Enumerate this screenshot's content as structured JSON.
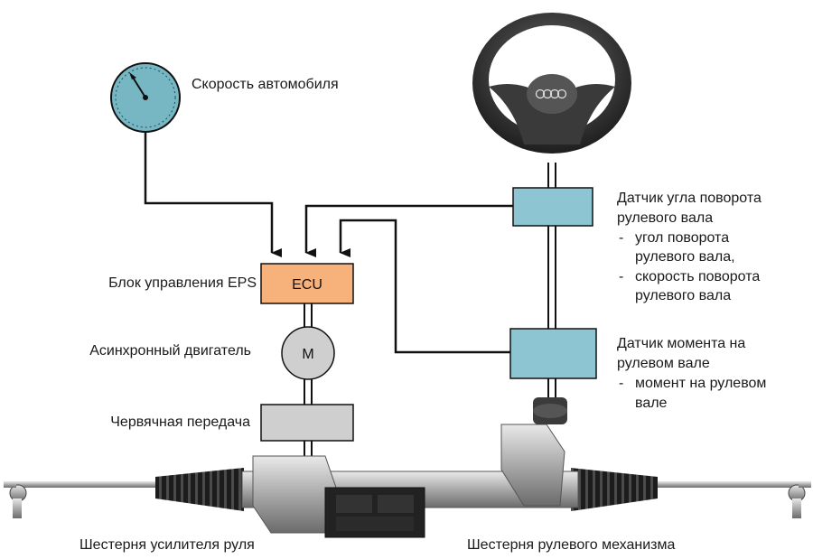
{
  "labels": {
    "vehicle_speed": "Скорость автомобиля",
    "eps_ecu": "Блок управления EPS",
    "async_motor": "Асинхронный двигатель",
    "worm_gear": "Червячная передача",
    "assist_pinion": "Шестерня усилителя руля",
    "steering_pinion": "Шестерня рулевого механизма"
  },
  "boxes": {
    "ecu": "ECU",
    "motor": "M"
  },
  "angle_sensor": {
    "title_line1": "Датчик угла поворота",
    "title_line2": "рулевого вала",
    "item1_line1": "угол поворота",
    "item1_line2": "рулевого вала,",
    "item2_line1": "скорость поворота",
    "item2_line2": "рулевого вала",
    "dash": "-"
  },
  "torque_sensor": {
    "title_line1": "Датчик момента на",
    "title_line2": "рулевом вале",
    "item1_line1": "момент на рулевом",
    "item1_line2": "вале",
    "dash": "-"
  },
  "colors": {
    "ecu_fill": "#F7B27C",
    "sensor_fill": "#8EC5D2",
    "gauge_face": "#77B6C3",
    "motor_fill": "#CFCFCF",
    "worm_fill": "#CFCFCF",
    "line": "#111111"
  },
  "icons": {
    "gauge": "speedometer-icon",
    "wheel": "steering-wheel-icon",
    "rack": "steering-rack-icon"
  }
}
